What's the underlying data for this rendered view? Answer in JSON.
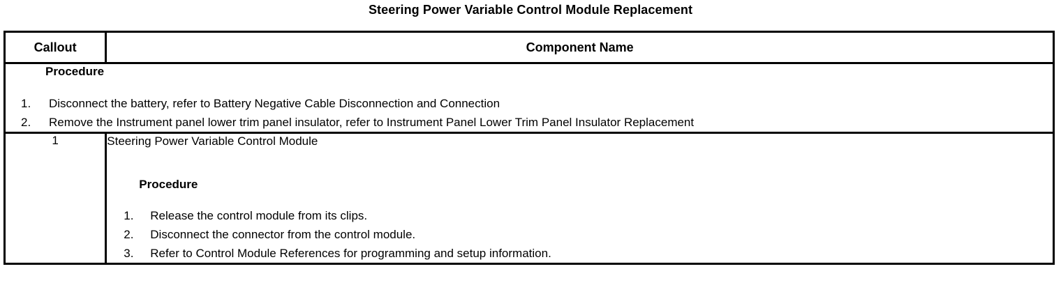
{
  "document": {
    "title": "Steering Power Variable Control Module Replacement"
  },
  "table": {
    "headers": {
      "callout": "Callout",
      "component_name": "Component Name"
    },
    "procedure_row": {
      "heading": "Procedure",
      "steps": [
        {
          "num": "1.",
          "text": "Disconnect the battery, refer to Battery Negative Cable Disconnection and Connection"
        },
        {
          "num": "2.",
          "text": "Remove the Instrument panel lower trim panel insulator, refer to Instrument Panel Lower Trim Panel Insulator Replacement"
        }
      ]
    },
    "rows": [
      {
        "callout": "1",
        "component_title": "Steering Power Variable Control Module",
        "sub_heading": "Procedure",
        "steps": [
          {
            "num": "1.",
            "text": "Release the control module from its clips."
          },
          {
            "num": "2.",
            "text": "Disconnect the connector from the control module."
          },
          {
            "num": "3.",
            "text": "Refer to Control Module References for programming and setup information."
          }
        ]
      }
    ]
  }
}
